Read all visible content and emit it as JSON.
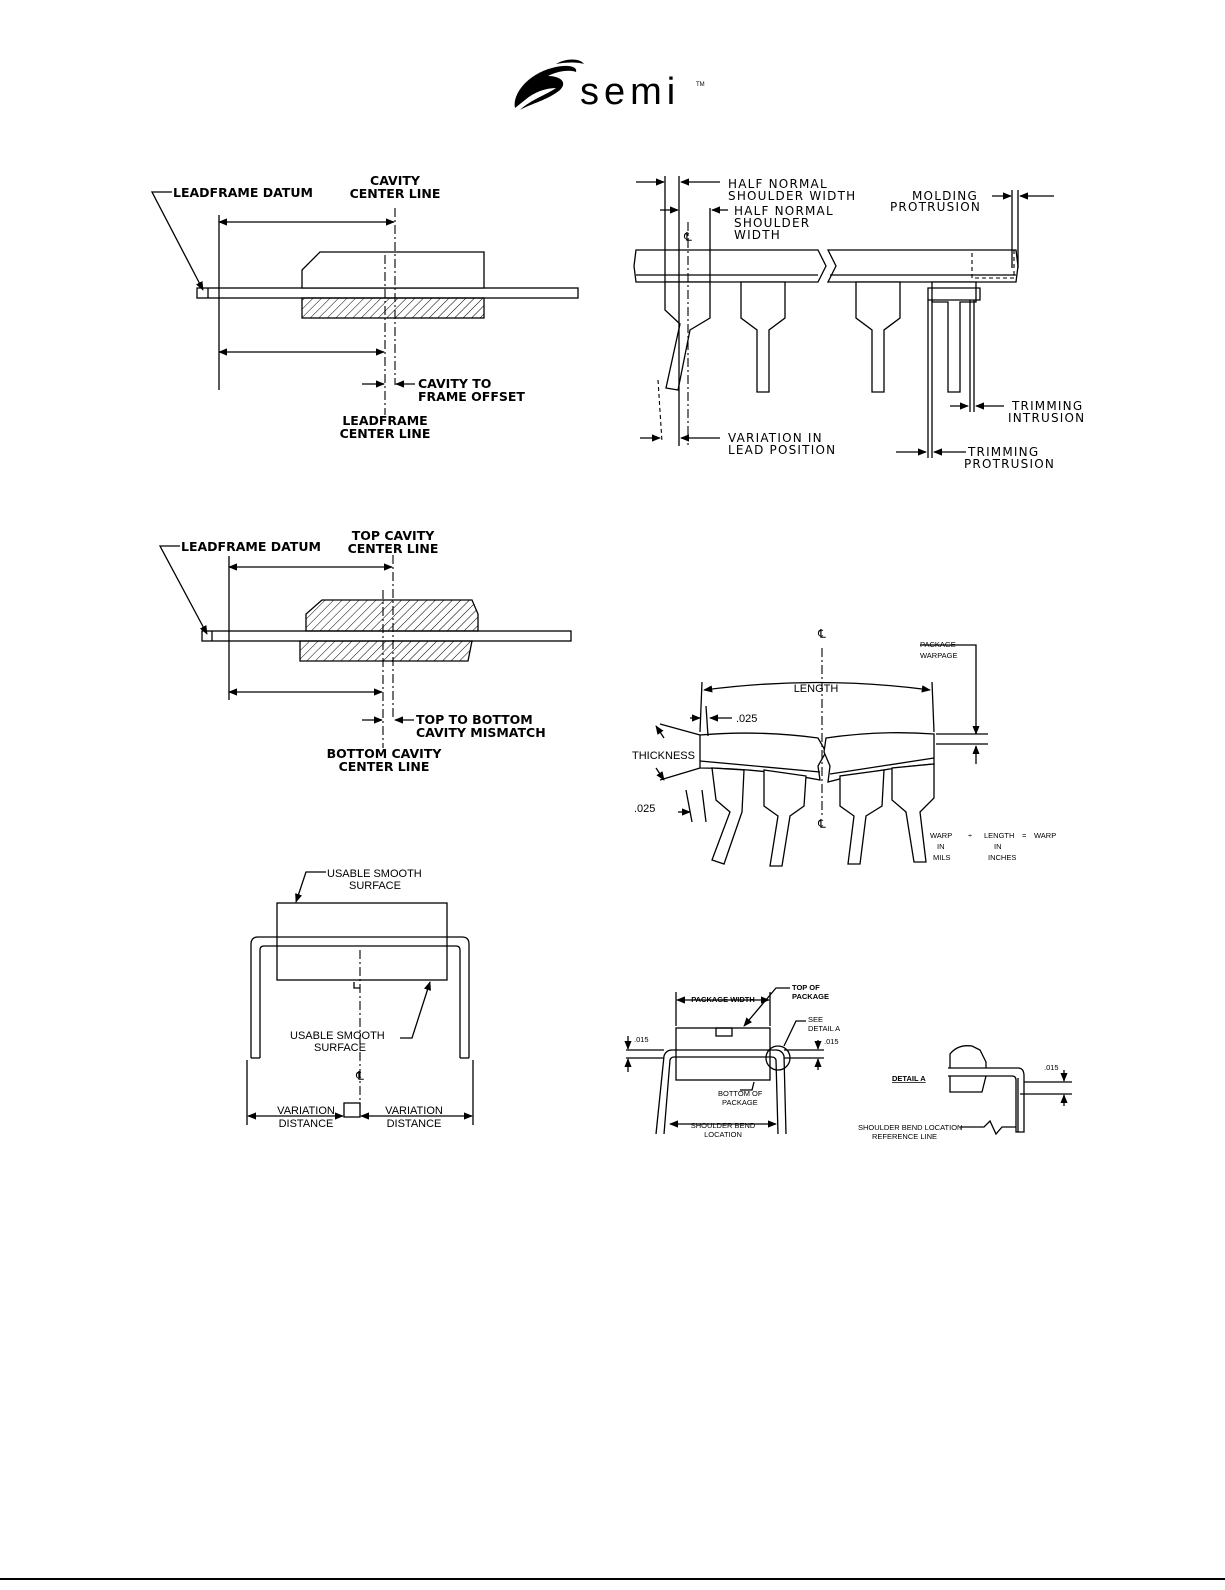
{
  "header": {
    "logo_text": "semi",
    "logo_mark": "TM"
  },
  "figures": {
    "cavity_offset": {
      "leadframe_datum": "LEADFRAME DATUM",
      "cavity_center_line_1": "CAVITY",
      "cavity_center_line_2": "CENTER LINE",
      "offset_1": "CAVITY TO",
      "offset_2": "FRAME OFFSET",
      "leadframe_center_1": "LEADFRAME",
      "leadframe_center_2": "CENTER LINE"
    },
    "shoulder_width": {
      "half_normal_1a": "HALF NORMAL",
      "half_normal_1b": "SHOULDER WIDTH",
      "half_normal_2a": "HALF NORMAL",
      "half_normal_2b": "SHOULDER",
      "half_normal_2c": "WIDTH",
      "molding_1": "MOLDING",
      "molding_2": "PROTRUSION",
      "trim_intr_1": "TRIMMING",
      "trim_intr_2": "INTRUSION",
      "variation_1": "VARIATION IN",
      "variation_2": "LEAD POSITION",
      "trim_prot_1": "TRIMMING",
      "trim_prot_2": "PROTRUSION",
      "cl_symbol": "℄"
    },
    "cavity_mismatch": {
      "leadframe_datum": "LEADFRAME DATUM",
      "top_cavity_1": "TOP CAVITY",
      "top_cavity_2": "CENTER LINE",
      "mismatch_1": "TOP TO BOTTOM",
      "mismatch_2": "CAVITY MISMATCH",
      "bottom_cavity_1": "BOTTOM CAVITY",
      "bottom_cavity_2": "CENTER LINE"
    },
    "warpage": {
      "cl_symbol": "℄",
      "package_warpage_1": "PACKAGE",
      "package_warpage_2": "WARPAGE",
      "length": "LENGTH",
      "dim_025_top": ".025",
      "thickness": "THICKNESS",
      "dim_025_bottom": ".025",
      "formula_warp": "WARP",
      "formula_div": "÷",
      "formula_length": "LENGTH",
      "formula_eq": "=",
      "formula_result": "WARP",
      "formula_in_1": "IN",
      "formula_mils": "MILS",
      "formula_in_2": "IN",
      "formula_inches": "INCHES"
    },
    "smooth_surface": {
      "usable_top_1": "USABLE SMOOTH",
      "usable_top_2": "SURFACE",
      "usable_bottom_1": "USABLE SMOOTH",
      "usable_bottom_2": "SURFACE",
      "cl_symbol": "℄",
      "variation_left_1": "VARIATION",
      "variation_left_2": "DISTANCE",
      "variation_right_1": "VARIATION",
      "variation_right_2": "DISTANCE"
    },
    "shoulder_bend": {
      "package_width": "PACKAGE WIDTH",
      "top_of_1": "TOP OF",
      "top_of_2": "PACKAGE",
      "see_detail_1": "SEE",
      "see_detail_2": "DETAIL A",
      "dim_015_left": ".015",
      "dim_015_right": ".015",
      "bottom_of_1": "BOTTOM OF",
      "bottom_of_2": "PACKAGE",
      "shoulder_loc_1": "SHOULDER BEND",
      "shoulder_loc_2": "LOCATION",
      "detail_a": "DETAIL A",
      "dim_015_detail": ".015",
      "ref_line_1": "SHOULDER BEND LOCATION",
      "ref_line_2": "REFERENCE LINE"
    }
  }
}
